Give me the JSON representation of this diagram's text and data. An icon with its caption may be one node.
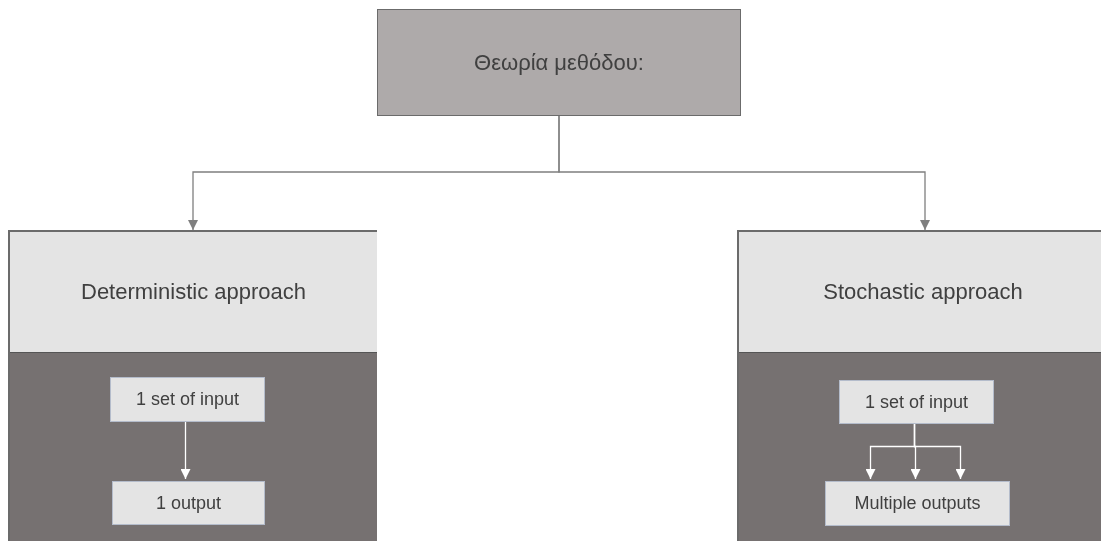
{
  "diagram": {
    "nodes": [
      {
        "text": [
          "Θεωρία μεθόδου:"
        ]
      },
      {
        "text": [
          "Deterministic approach"
        ]
      },
      {
        "text": [
          "1 set of input"
        ],
        "in": 1
      },
      {
        "text": [
          "1 output"
        ],
        "in": 1
      },
      {
        "text": [
          "Stochastic approach"
        ]
      },
      {
        "text": [
          "1 set of input"
        ],
        "in": 4
      },
      {
        "text": [
          "Multiple outputs"
        ],
        "in": 4
      }
    ],
    "edges": [
      {
        "from": 0,
        "to": 1,
        "arrow": "to",
        "color": "#7f7f7f"
      },
      {
        "from": 0,
        "to": 4,
        "arrow": "to",
        "color": "#7f7f7f"
      },
      {
        "from": 2,
        "to": 3,
        "arrow": "to"
      },
      {
        "from": 5,
        "to": 6,
        "arrow": "to"
      },
      {
        "from": 5,
        "to": 6,
        "arrow": "to"
      },
      {
        "from": 5,
        "to": 6,
        "arrow": "to"
      }
    ]
  }
}
